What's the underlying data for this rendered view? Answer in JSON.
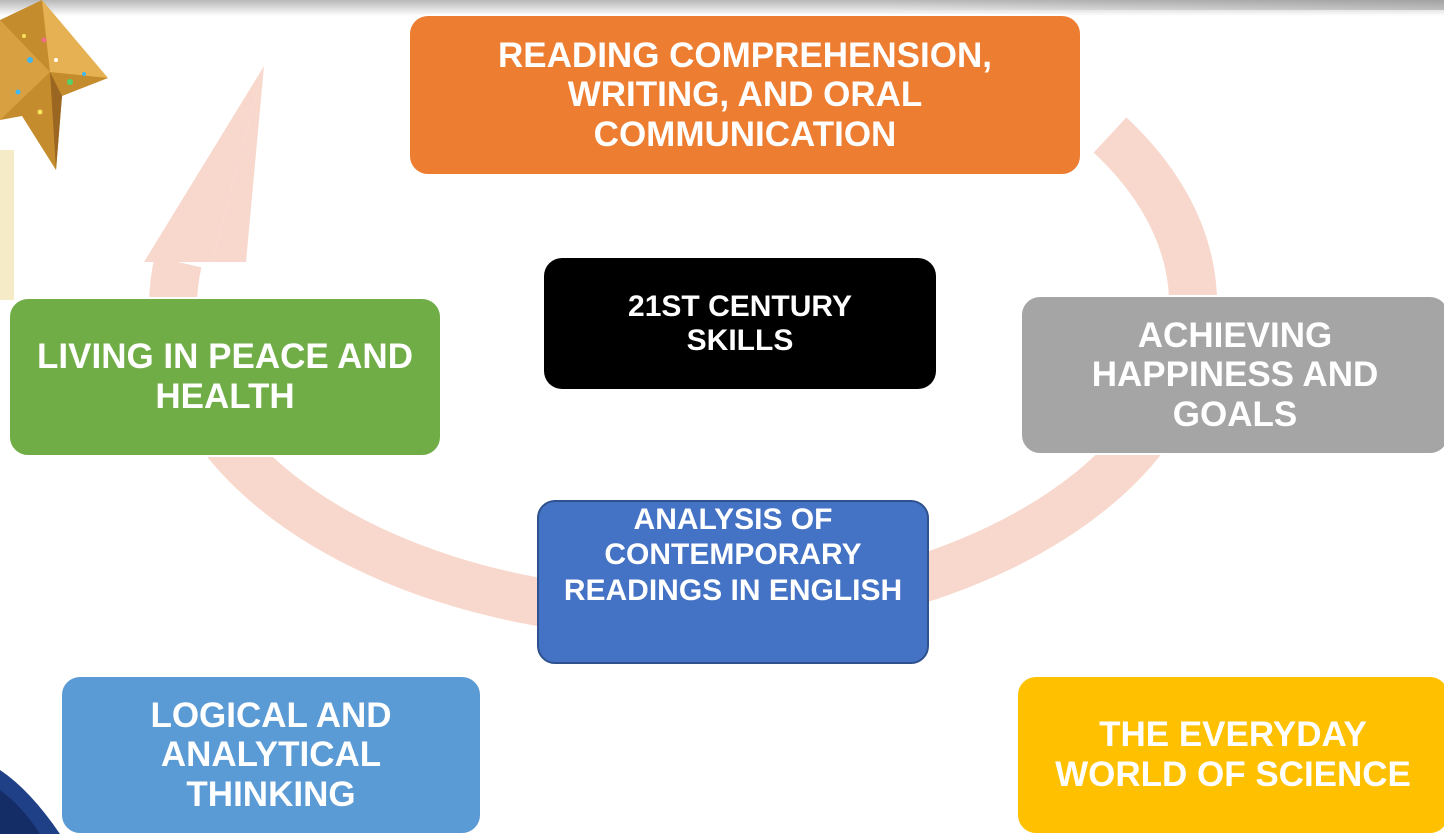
{
  "diagram": {
    "type": "cycle",
    "colors": {
      "reading": "#ed7d31",
      "living": "#70ad47",
      "achieving": "#a5a5a5",
      "logical": "#5b9bd5",
      "everyday": "#ffc000",
      "centre": "#000000",
      "analysis": "#4472c4",
      "cycle_arrow": "#f8d8cc"
    },
    "centre_label": "21ST CENTURY SKILLS",
    "subject_label": "ANALYSIS OF CONTEMPORARY READINGS IN ENGLISH",
    "nodes": [
      {
        "id": "reading",
        "label": "READING COMPREHENSION, WRITING, AND ORAL COMMUNICATION"
      },
      {
        "id": "achieving",
        "label": "ACHIEVING HAPPINESS AND GOALS"
      },
      {
        "id": "everyday",
        "label": "THE EVERYDAY WORLD OF SCIENCE"
      },
      {
        "id": "logical",
        "label": "LOGICAL AND ANALYTICAL THINKING"
      },
      {
        "id": "living",
        "label": "LIVING IN PEACE AND HEALTH"
      }
    ]
  },
  "decorations": {
    "star_icon": "decorative-star-lantern",
    "corner_swoosh": "blue-corner-swoosh"
  }
}
